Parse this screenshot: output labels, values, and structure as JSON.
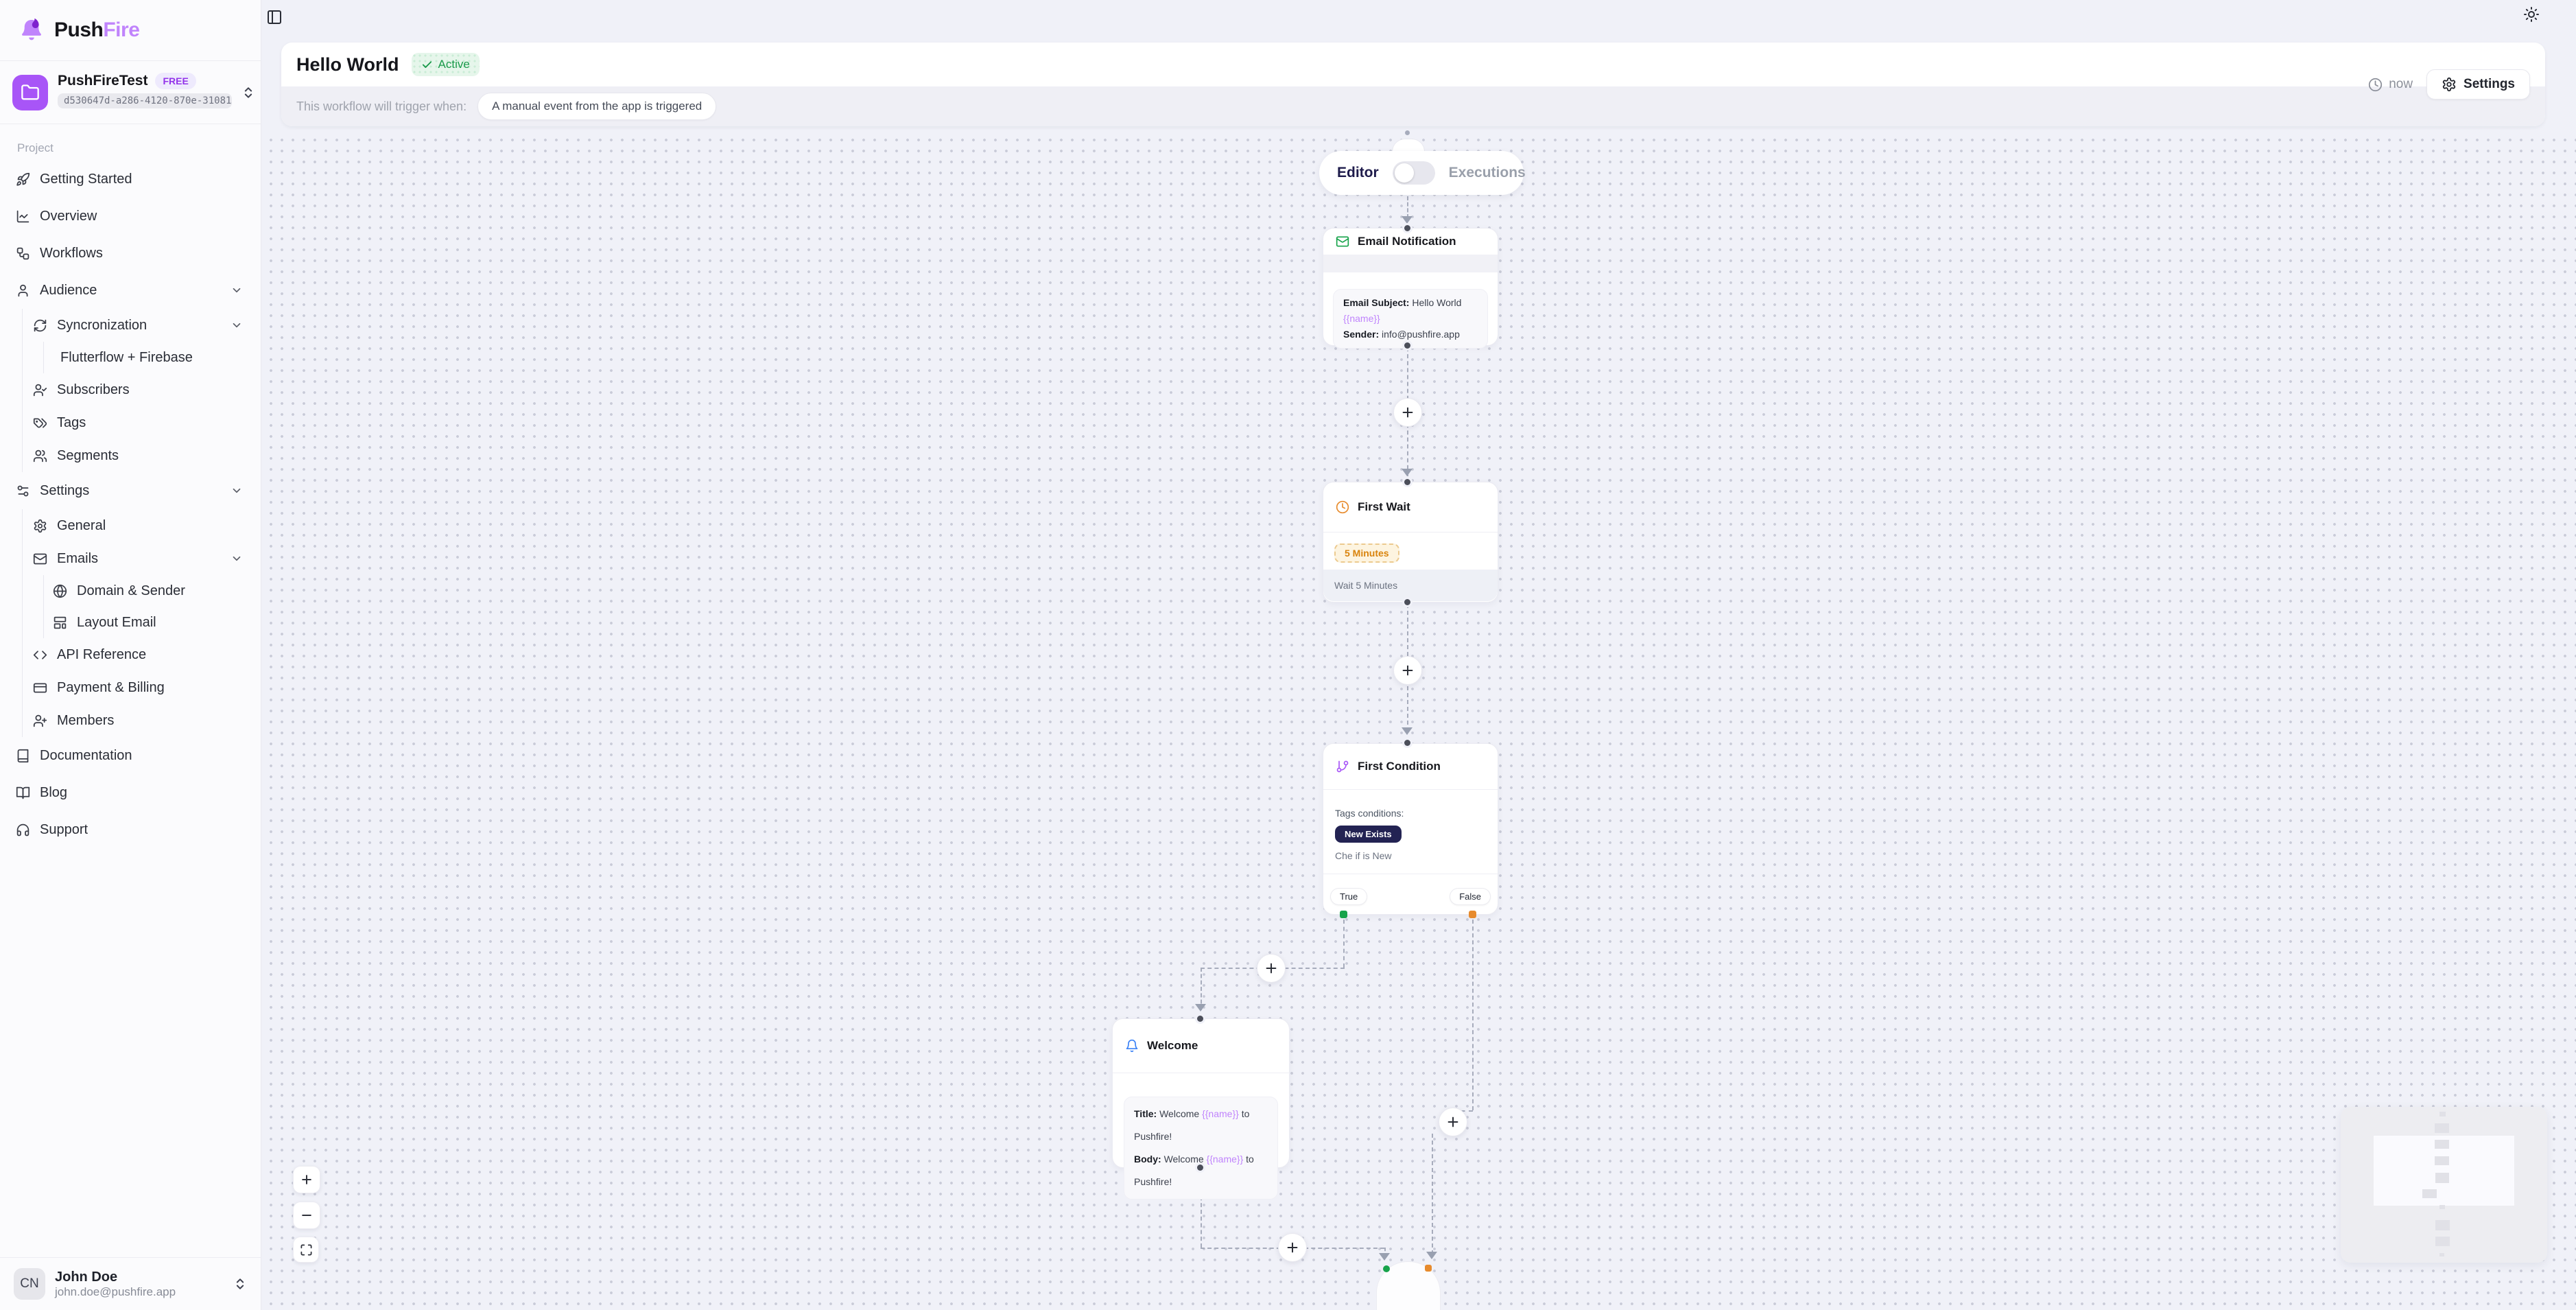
{
  "brand": {
    "first": "Push",
    "second": "Fire"
  },
  "project": {
    "name": "PushFireTest",
    "plan": "FREE",
    "uuid": "d530647d-a286-4120-870e-31081…"
  },
  "sidebar": {
    "section": "Project",
    "items": {
      "getting_started": "Getting Started",
      "overview": "Overview",
      "workflows": "Workflows",
      "audience": "Audience",
      "syncronization": "Syncronization",
      "flutterflow": "Flutterflow + Firebase",
      "subscribers": "Subscribers",
      "tags": "Tags",
      "segments": "Segments",
      "settings": "Settings",
      "general": "General",
      "emails": "Emails",
      "domain_sender": "Domain & Sender",
      "layout_email": "Layout Email",
      "api_reference": "API Reference",
      "payment_billing": "Payment & Billing",
      "members": "Members",
      "documentation": "Documentation",
      "blog": "Blog",
      "support": "Support"
    }
  },
  "user": {
    "initials": "CN",
    "name": "John Doe",
    "email": "john.doe@pushfire.app"
  },
  "header": {
    "title": "Hello World",
    "status_badge": "Active",
    "trigger_prefix": "This workflow will trigger when:",
    "trigger_event": "A manual event from the app is triggered",
    "last_updated": "now",
    "settings_button": "Settings"
  },
  "canvas": {
    "toggle": {
      "editor": "Editor",
      "executions": "Executions"
    },
    "nodes": {
      "email": {
        "title": "Email Notification",
        "subject_label": "Email Subject:",
        "subject_text": "Hello World",
        "subject_var": "{{name}}",
        "sender_label": "Sender:",
        "sender_text": "info@pushfire.app"
      },
      "wait": {
        "title": "First Wait",
        "duration_badge": "5 Minutes",
        "description": "Wait 5 Minutes"
      },
      "condition": {
        "title": "First Condition",
        "tags_label": "Tags conditions:",
        "tag": "New Exists",
        "description": "Che if is New",
        "true_label": "True",
        "false_label": "False"
      },
      "welcome": {
        "title": "Welcome",
        "rows": [
          {
            "label": "Title:",
            "pre": "Welcome",
            "var": "{{name}}",
            "post": "to Pushfire!"
          },
          {
            "label": "Body:",
            "pre": "Welcome",
            "var": "{{name}}",
            "post": "to Pushfire!"
          }
        ]
      }
    }
  },
  "colors": {
    "brand": "#a855f7",
    "email_icon": "#16a34a",
    "wait_icon": "#e88c2e",
    "condition_icon": "#a855f7",
    "welcome_icon": "#3b82f6",
    "true_handle": "#17a34a",
    "false_handle": "#e78b2d",
    "variable_text": "#c084fc",
    "active_badge_text": "#1a9a4a"
  }
}
